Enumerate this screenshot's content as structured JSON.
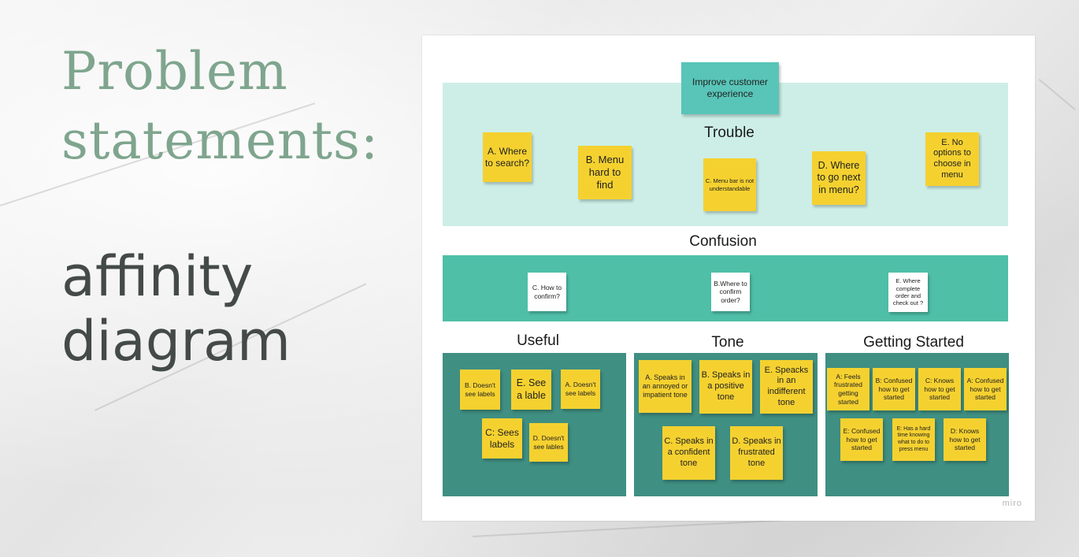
{
  "heading": {
    "line1": "Problem",
    "line2": "statements:",
    "line3": "affinity",
    "line4": "diagram"
  },
  "board": {
    "goal_note": "Improve customer experience",
    "watermark": "miro",
    "groups": {
      "trouble": {
        "label": "Trouble",
        "notes": [
          "A. Where to search?",
          "B. Menu hard to find",
          "C. Menu bar is not understandable",
          "D. Where to go next in menu?",
          "E. No options to choose in menu"
        ]
      },
      "confusion": {
        "label": "Confusion",
        "notes": [
          "C. How to confirm?",
          "B.Where to confirm order?",
          "E. Where complete order and check out ?"
        ]
      },
      "useful": {
        "label": "Useful",
        "notes": [
          "B. Doesn't see labels",
          "E. See a lable",
          "A. Doesn't see labels",
          "C: Sees labels",
          "D. Doesn't see lables"
        ]
      },
      "tone": {
        "label": "Tone",
        "notes": [
          "A. Speaks in an annoyed or impatient tone",
          "B. Speaks in a positive tone",
          "E. Speacks in an indifferent tone",
          "C. Speaks in a confident tone",
          "D. Speaks in frustrated tone"
        ]
      },
      "getting_started": {
        "label": "Getting Started",
        "notes": [
          "A: Feels frustrated getting started",
          "B: Confused how to get started",
          "C: Knows how to get started",
          "A: Confused how to get started",
          "E: Confused how to get started",
          "E: Has a hard time knowing what to do to press menu",
          "D: Knows how to get started"
        ]
      }
    }
  }
}
